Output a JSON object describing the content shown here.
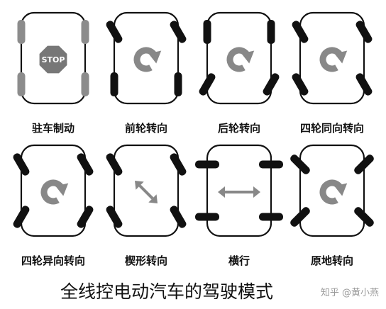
{
  "modes": [
    {
      "label": "驻车制动",
      "center": "stop",
      "tires": "parked"
    },
    {
      "label": "前轮转向",
      "center": "rotate",
      "tires": "front-steer"
    },
    {
      "label": "后轮转向",
      "center": "rotate",
      "tires": "rear-steer"
    },
    {
      "label": "四轮同向转向",
      "center": "rotate",
      "tires": "same-phase"
    },
    {
      "label": "四轮异向转向",
      "center": "rotate",
      "tires": "opposite-phase"
    },
    {
      "label": "楔形转向",
      "center": "diagonal",
      "tires": "crab"
    },
    {
      "label": "横行",
      "center": "horizontal",
      "tires": "lateral"
    },
    {
      "label": "原地转向",
      "center": "rotate",
      "tires": "pivot"
    }
  ],
  "stop_text": "STOP",
  "caption": "全线控电动汽车的驾驶模式",
  "watermark": "知乎 @黄小燕",
  "colors": {
    "tire_dark": "#111111",
    "tire_parked": "#8c8c8c",
    "stop_sign": "#777777",
    "arrow": "#888888"
  }
}
